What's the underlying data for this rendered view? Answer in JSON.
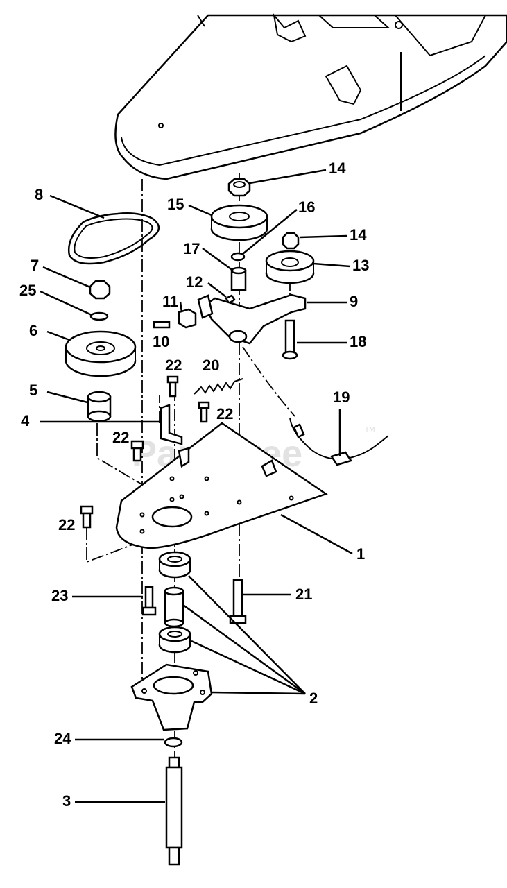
{
  "watermark": {
    "text": "PartsTree",
    "tm": "TM"
  },
  "callouts": [
    {
      "id": "c1",
      "text": "1"
    },
    {
      "id": "c2",
      "text": "2"
    },
    {
      "id": "c3",
      "text": "3"
    },
    {
      "id": "c4",
      "text": "4"
    },
    {
      "id": "c5",
      "text": "5"
    },
    {
      "id": "c6",
      "text": "6"
    },
    {
      "id": "c7",
      "text": "7"
    },
    {
      "id": "c8",
      "text": "8"
    },
    {
      "id": "c9",
      "text": "9"
    },
    {
      "id": "c10",
      "text": "10"
    },
    {
      "id": "c11",
      "text": "11"
    },
    {
      "id": "c12",
      "text": "12"
    },
    {
      "id": "c13",
      "text": "13"
    },
    {
      "id": "c14a",
      "text": "14"
    },
    {
      "id": "c14b",
      "text": "14"
    },
    {
      "id": "c15",
      "text": "15"
    },
    {
      "id": "c16",
      "text": "16"
    },
    {
      "id": "c17",
      "text": "17"
    },
    {
      "id": "c18",
      "text": "18"
    },
    {
      "id": "c19",
      "text": "19"
    },
    {
      "id": "c20",
      "text": "20"
    },
    {
      "id": "c21",
      "text": "21"
    },
    {
      "id": "c22a",
      "text": "22"
    },
    {
      "id": "c22b",
      "text": "22"
    },
    {
      "id": "c22c",
      "text": "22"
    },
    {
      "id": "c22d",
      "text": "22"
    },
    {
      "id": "c23",
      "text": "23"
    },
    {
      "id": "c24",
      "text": "24"
    },
    {
      "id": "c25",
      "text": "25"
    }
  ]
}
